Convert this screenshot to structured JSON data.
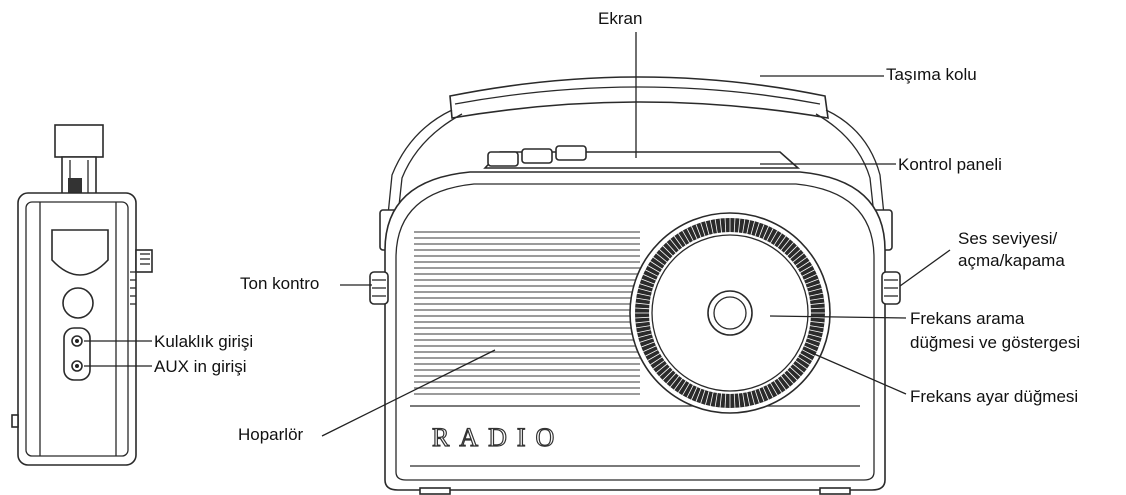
{
  "labels": {
    "ekran": "Ekran",
    "tasima_kolu": "Taşıma kolu",
    "kontrol_paneli": "Kontrol paneli",
    "ses_line1": "Ses seviyesi/",
    "ses_line2": "açma/kapama",
    "ton_kontrol": "Ton kontro",
    "frekans_arama_line1": "Frekans arama",
    "frekans_arama_line2": "düğmesi ve göstergesi",
    "frekans_ayar": "Frekans ayar düğmesi",
    "hoparlor": "Hoparlör",
    "kulaklik": "Kulaklık girişi",
    "aux": "AUX in girişi"
  },
  "radio_text": "RADIO",
  "colors": {
    "line": "#222222",
    "grille": "#7a7a7a",
    "dial_ring": "#2b2b2b"
  }
}
